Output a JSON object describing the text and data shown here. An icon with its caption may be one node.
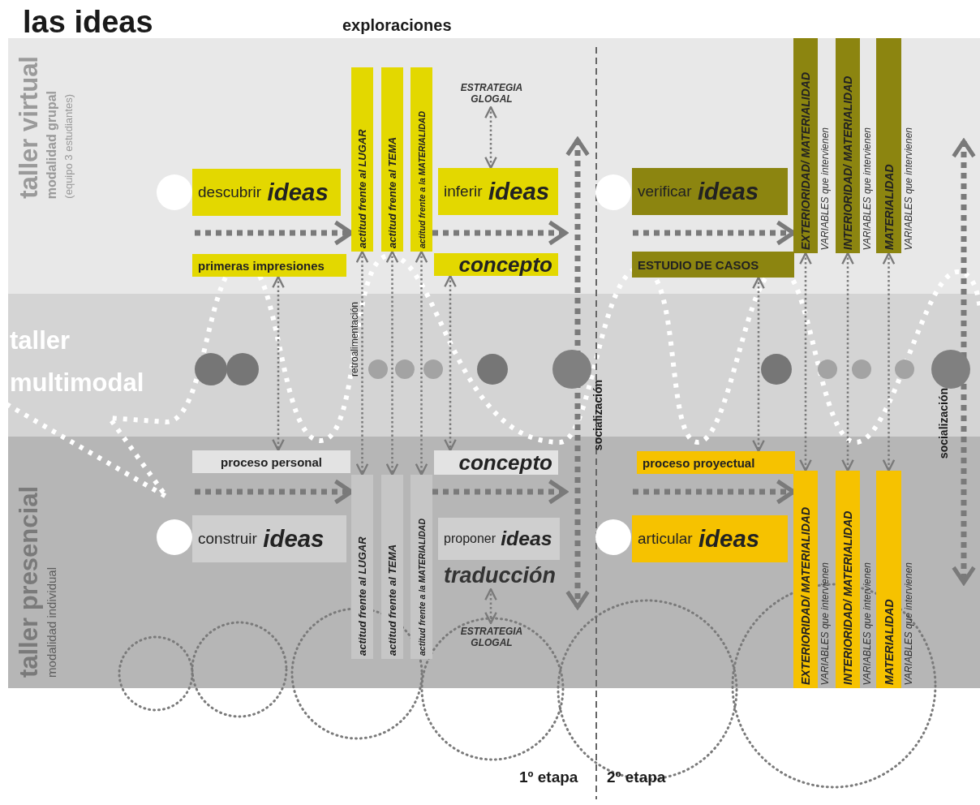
{
  "diagram": {
    "title": "las ideas",
    "nodes": [
      {
        "text": [
          "taller virtual",
          "modalidad grupal",
          "(equipo 3 estudiantes)"
        ]
      },
      {
        "text": [
          "taller multimodal"
        ]
      },
      {
        "text": [
          "taller presencial",
          "modalidad individual"
        ]
      },
      {
        "text": [],
        "shape": "circle",
        "in": 0
      },
      {
        "text": [
          "descubrir *ideas*"
        ],
        "in": 0
      },
      {
        "text": [
          "primeras impresiones"
        ],
        "in": 0
      },
      {
        "text": [
          "actitud frente al LUGAR"
        ],
        "in": 0
      },
      {
        "text": [
          "actitud frente al TEMA"
        ],
        "in": 0
      },
      {
        "text": [
          "actitud frente a la MATERIALIDAD"
        ],
        "in": 0
      },
      {
        "text": [
          "ESTRATEGIA GLOGAL"
        ],
        "in": 0
      },
      {
        "text": [
          "inferir *ideas*"
        ],
        "in": 0
      },
      {
        "text": [
          "concepto"
        ],
        "in": 0
      },
      {
        "text": [],
        "shape": "circle",
        "in": 0
      },
      {
        "text": [
          "verificar *ideas*"
        ],
        "in": 0
      },
      {
        "text": [
          "ESTUDIO DE CASOS"
        ],
        "in": 0
      },
      {
        "text": [
          "EXTERIORIDAD/ MATERIALIDAD"
        ],
        "beside": [
          "VARIABLES que intervienen"
        ],
        "in": 0
      },
      {
        "text": [
          "INTERIORIDAD/ MATERIALIDAD"
        ],
        "beside": [
          "VARIABLES que intervienen"
        ],
        "in": 0
      },
      {
        "text": [
          "MATERIALIDAD"
        ],
        "beside": [
          "VARIABLES que intervienen"
        ],
        "in": 0
      },
      {
        "text": [],
        "shape": "circle",
        "in": 1
      },
      {
        "text": [],
        "shape": "circle",
        "in": 1
      },
      {
        "text": [],
        "shape": "circle",
        "in": 1
      },
      {
        "text": [],
        "shape": "circle",
        "in": 1
      },
      {
        "text": [],
        "shape": "circle",
        "in": 1
      },
      {
        "text": [],
        "shape": "circle",
        "in": 1
      },
      {
        "text": [],
        "shape": "circle",
        "in": 1
      },
      {
        "text": [],
        "shape": "circle",
        "in": 1
      },
      {
        "text": [],
        "shape": "circle",
        "in": 1
      },
      {
        "text": [],
        "shape": "circle",
        "in": 1
      },
      {
        "text": [],
        "shape": "circle",
        "in": 1
      },
      {
        "text": [],
        "shape": "circle",
        "in": 1
      },
      {
        "text": [
          "proceso personal"
        ],
        "in": 2
      },
      {
        "text": [],
        "shape": "circle",
        "in": 2
      },
      {
        "text": [
          "construir *ideas*"
        ],
        "in": 2
      },
      {
        "text": [
          "actitud frente al LUGAR"
        ],
        "in": 2
      },
      {
        "text": [
          "actitud frente al TEMA"
        ],
        "in": 2
      },
      {
        "text": [
          "actitud frente a la MATERIALIDAD"
        ],
        "in": 2
      },
      {
        "text": [
          "concepto"
        ],
        "in": 2
      },
      {
        "text": [
          "proponer *ideas*"
        ],
        "in": 2
      },
      {
        "text": [
          "traducción"
        ],
        "in": 2
      },
      {
        "text": [
          "ESTRATEGIA GLOGAL"
        ],
        "in": 2
      },
      {
        "text": [
          "proceso proyectual"
        ],
        "in": 2
      },
      {
        "text": [],
        "shape": "circle",
        "in": 2
      },
      {
        "text": [
          "articular *ideas*"
        ],
        "in": 2
      },
      {
        "text": [
          "EXTERIORIDAD/ MATERIALIDAD"
        ],
        "beside": [
          "VARIABLES que intervienen"
        ],
        "in": 2
      },
      {
        "text": [
          "INTERIORIDAD/ MATERIALIDAD"
        ],
        "beside": [
          "VARIABLES que intervienen"
        ],
        "in": 2
      },
      {
        "text": [
          "MATERIALIDAD"
        ],
        "beside": [
          "VARIABLES que intervienen"
        ],
        "in": 2
      },
      {
        "text": [],
        "shape": "arrow",
        "beside": [
          "socialización"
        ]
      },
      {
        "text": [],
        "shape": "arrow",
        "beside": [
          "socialización"
        ]
      }
    ],
    "edges": [
      {
        "from": null,
        "to": 6,
        "arrow": "to",
        "style": "dashed"
      },
      {
        "from": 8,
        "to": 46,
        "arrow": "to",
        "style": "dashed"
      },
      {
        "from": null,
        "to": 15,
        "arrow": "to",
        "style": "dashed"
      },
      {
        "from": null,
        "to": 33,
        "arrow": "to",
        "style": "dashed"
      },
      {
        "from": 35,
        "to": 46,
        "arrow": "to",
        "style": "dashed"
      },
      {
        "from": null,
        "to": 43,
        "arrow": "to",
        "style": "dashed"
      },
      {
        "from": 5,
        "to": 30,
        "arrow": "both",
        "style": "dashed"
      },
      {
        "from": 6,
        "to": 33,
        "arrow": "both",
        "style": "dashed",
        "label": "retroalimentación"
      },
      {
        "from": 7,
        "to": 34,
        "arrow": "both",
        "style": "dashed"
      },
      {
        "from": 8,
        "to": 35,
        "arrow": "both",
        "style": "dashed"
      },
      {
        "from": 11,
        "to": 36,
        "arrow": "both",
        "style": "dashed"
      },
      {
        "from": 9,
        "to": 10,
        "arrow": "both",
        "style": "dashed"
      },
      {
        "from": 38,
        "to": 39,
        "arrow": "both",
        "style": "dashed"
      },
      {
        "from": 14,
        "to": 40,
        "arrow": "both",
        "style": "dashed"
      },
      {
        "from": 15,
        "to": 43,
        "arrow": "both",
        "style": "dashed"
      },
      {
        "from": 16,
        "to": 44,
        "arrow": "both",
        "style": "dashed"
      },
      {
        "from": 17,
        "to": 45,
        "arrow": "both",
        "style": "dashed"
      }
    ],
    "labels": [
      "exploraciones",
      "1º etapa",
      "2º etapa"
    ]
  }
}
